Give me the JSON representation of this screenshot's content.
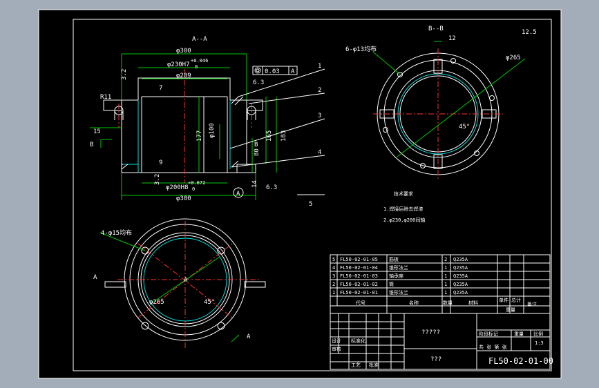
{
  "colors": {
    "viewport_bg": "#a3acb9",
    "sheet_bg": "#000000",
    "outline": "#ffffff",
    "dimension": "#00cc00",
    "centerline": "#ff3030",
    "hidden": "#00e0e0"
  },
  "views": {
    "section_aa": "A--A",
    "section_bb": "B--B",
    "view_a": "A"
  },
  "dims": {
    "d300_top": "φ300",
    "d230": "φ230H7",
    "d230_tol": "+0.046",
    "d230_tol2": "0",
    "d209": "φ209",
    "d200": "φ200H8",
    "d200_tol": "+0.072",
    "d200_tol2": "0",
    "d300_bot": "φ300",
    "d100": "φ100",
    "h177": "177",
    "h165": "165",
    "h183": "183",
    "h80": "80",
    "h15": "15",
    "h14": "14",
    "h7": "7",
    "h9": "9",
    "r11": "R11",
    "h3_2a": "3.2",
    "h3_2b": "3.2",
    "rough_6_3a": "6.3",
    "rough_6_3b": "6.3",
    "rough_12_5": "12.5",
    "tol_frame": "0.03",
    "tol_datum": "A",
    "datum_a": "A",
    "b_left": "B",
    "b_right": "B",
    "holes_top": "6-φ13均布",
    "d265_top": "φ265",
    "w12": "12",
    "ang45_top": "45°",
    "holes_bot": "4-φ15均布",
    "d265_bot": "φ265",
    "ang45_bot": "45°",
    "a_left": "A",
    "a_right": "A"
  },
  "balloons": [
    "1",
    "2",
    "3",
    "4",
    "5"
  ],
  "notes": {
    "title": "技术要求",
    "line1": "1.焊接后除去焊渣",
    "line2": "2.φ230,φ200同轴"
  },
  "bom": {
    "rows": [
      {
        "no": "5",
        "code": "FL50-02-01-05",
        "name": "筋板",
        "qty": "2",
        "mat": "Q235A"
      },
      {
        "no": "4",
        "code": "FL50-02-01-04",
        "name": "锥形法兰",
        "qty": "1",
        "mat": "Q235A"
      },
      {
        "no": "3",
        "code": "FL50-02-01-03",
        "name": "轴承座",
        "qty": "1",
        "mat": "Q235A"
      },
      {
        "no": "2",
        "code": "FL50-02-01-02",
        "name": "筒",
        "qty": "1",
        "mat": "Q235A"
      },
      {
        "no": "1",
        "code": "FL50-02-01-01",
        "name": "锥形法兰",
        "qty": "1",
        "mat": "Q235A"
      }
    ],
    "header": {
      "code": "代号",
      "name": "名称",
      "qty": "数量",
      "mat": "材料",
      "unit_wt": "单件",
      "total_wt": "总计",
      "weight": "重量",
      "remark": "备注"
    }
  },
  "titleblock": {
    "part_name": "?????",
    "company": "???",
    "drawing_no": "FL50-02-01-00",
    "scale": "1:3",
    "stage": "阶段标记",
    "weight_lbl": "重量",
    "scale_lbl": "比例",
    "sheet": "共 张  第 张",
    "designer": "设计",
    "checker": "审核",
    "approver": "批准",
    "process": "工艺",
    "std": "标准化"
  }
}
